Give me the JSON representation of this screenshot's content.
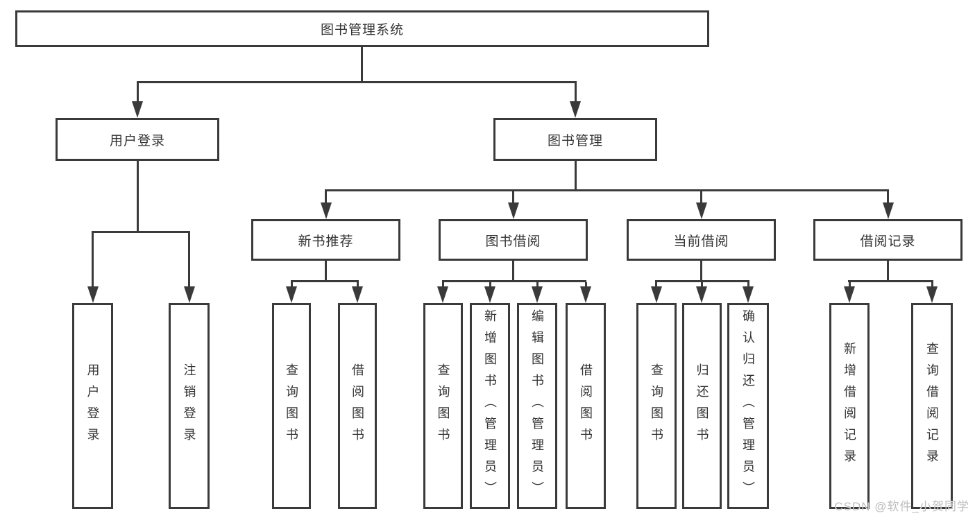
{
  "diagram": {
    "root": {
      "label": "图书管理系统"
    },
    "branches": [
      {
        "label": "用户登录",
        "children": [
          "用户登录",
          "注销登录"
        ]
      },
      {
        "label": "图书管理",
        "sections": [
          {
            "label": "新书推荐",
            "children": [
              "查询图书",
              "借阅图书"
            ]
          },
          {
            "label": "图书借阅",
            "children": [
              "查询图书",
              "新增图书（管理员）",
              "编辑图书（管理员）",
              "借阅图书"
            ]
          },
          {
            "label": "当前借阅",
            "children": [
              "查询图书",
              "归还图书",
              "确认归还（管理员）"
            ]
          },
          {
            "label": "借阅记录",
            "children": [
              "新增借阅记录",
              "查询借阅记录"
            ]
          }
        ]
      }
    ]
  },
  "watermark": {
    "label": "CSDN @软件_小贺同学"
  },
  "colors": {
    "line": "#3a3a3a",
    "text": "#333333",
    "watermark": "#bdbdbd",
    "background": "#ffffff"
  }
}
